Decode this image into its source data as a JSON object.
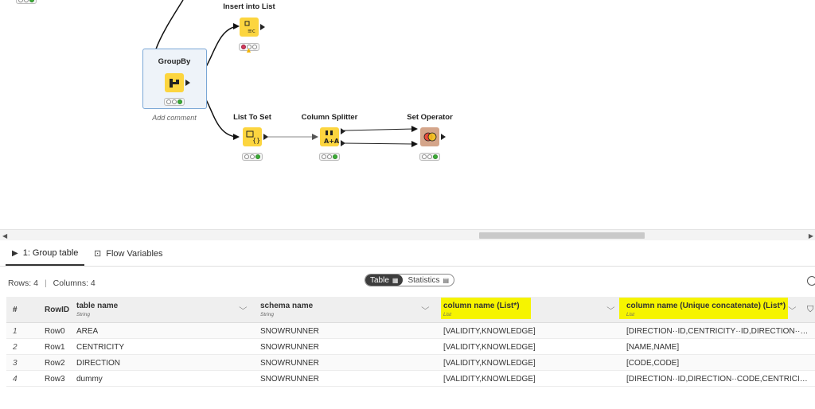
{
  "workflow": {
    "nodes": [
      {
        "id": "insert-into-list",
        "label": "Insert into List"
      },
      {
        "id": "groupby",
        "label": "GroupBy"
      },
      {
        "id": "list-to-set",
        "label": "List To Set"
      },
      {
        "id": "column-splitter",
        "label": "Column Splitter"
      },
      {
        "id": "set-operator",
        "label": "Set Operator"
      }
    ],
    "add_comment": "Add comment"
  },
  "tabs": [
    {
      "label": "1: Group table",
      "icon": "play-icon",
      "active": true
    },
    {
      "label": "Flow Variables",
      "icon": "flow-variable-icon",
      "active": false
    }
  ],
  "stats": {
    "rows": "Rows: 4",
    "sep": "|",
    "columns": "Columns: 4"
  },
  "view_toggle": {
    "table": "Table",
    "statistics": "Statistics"
  },
  "table": {
    "headers": [
      {
        "name": "#",
        "type": ""
      },
      {
        "name": "RowID",
        "type": ""
      },
      {
        "name": "table name",
        "type": "String"
      },
      {
        "name": "schema name",
        "type": "String"
      },
      {
        "name": "column name (List*)",
        "type": "List"
      },
      {
        "name": "column name (Unique concatenate) (List*)",
        "type": "List"
      }
    ],
    "rows": [
      {
        "idx": "1",
        "rowid": "Row0",
        "table": "AREA",
        "schema": "SNOWRUNNER",
        "col": "[VALIDITY,KNOWLEDGE]",
        "uniq": "[DIRECTION··ID,CENTRICITY··ID,DIRECTION··…"
      },
      {
        "idx": "2",
        "rowid": "Row1",
        "table": "CENTRICITY",
        "schema": "SNOWRUNNER",
        "col": "[VALIDITY,KNOWLEDGE]",
        "uniq": "[NAME,NAME]"
      },
      {
        "idx": "3",
        "rowid": "Row2",
        "table": "DIRECTION",
        "schema": "SNOWRUNNER",
        "col": "[VALIDITY,KNOWLEDGE]",
        "uniq": "[CODE,CODE]"
      },
      {
        "idx": "4",
        "rowid": "Row3",
        "table": "dummy",
        "schema": "SNOWRUNNER",
        "col": "[VALIDITY,KNOWLEDGE]",
        "uniq": "[DIRECTION··ID,DIRECTION··CODE,CENTRICI…"
      }
    ]
  },
  "colors": {
    "highlight": "#f6f400",
    "node_yellow": "#fcd53f",
    "node_manip": "#d4a58a",
    "status_green": "#3cab37"
  }
}
